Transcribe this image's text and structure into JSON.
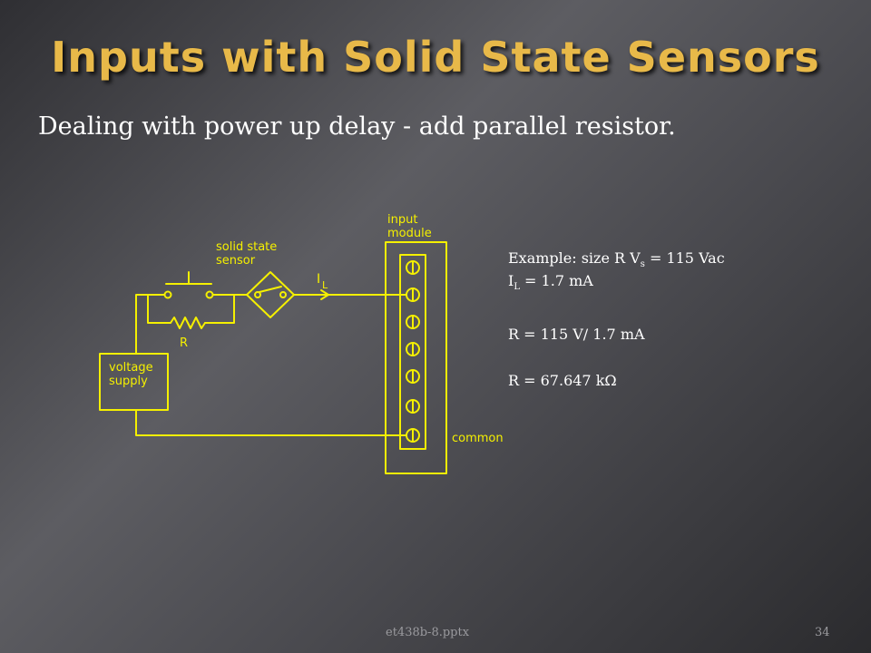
{
  "slide": {
    "title": "Inputs with Solid State Sensors",
    "subtitle": "Dealing with power up delay - add parallel resistor.",
    "footer_file": "et438b-8.pptx",
    "page_number": "34"
  },
  "diagram": {
    "label_input": "input",
    "label_module": "module",
    "label_solid_state": "solid state",
    "label_sensor": "sensor",
    "label_current_main": "I",
    "label_current_sub": "L",
    "label_resistor": "R",
    "label_voltage": "voltage",
    "label_supply": "supply",
    "label_common": "common",
    "color_lines": "#f5f000"
  },
  "calc": {
    "example_prefix": "Example: size R V",
    "example_sub": "s",
    "example_suffix": " = 115 Vac",
    "il_main": "I",
    "il_sub": "L",
    "il_suffix": " = 1.7 mA",
    "r_formula": "R = 115 V/ 1.7 mA",
    "r_result": "R = 67.647 kΩ"
  }
}
